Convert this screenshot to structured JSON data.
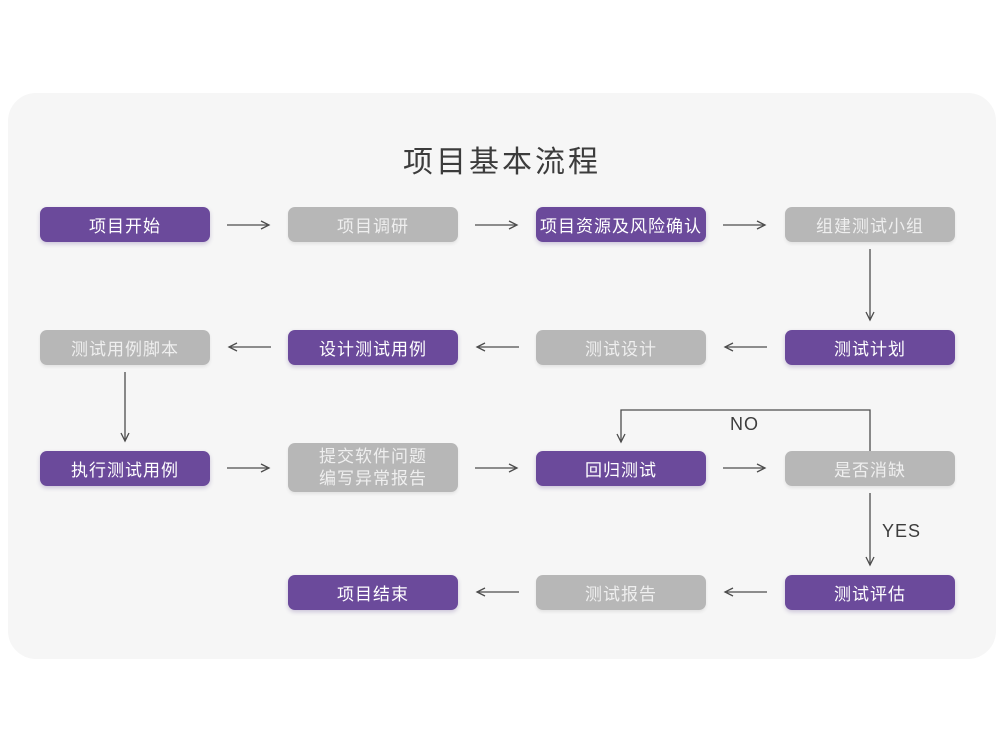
{
  "title": "项目基本流程",
  "colors": {
    "purple": "#6b4a9b",
    "gray": "#b7b7b7",
    "panel_background": "#f6f6f6",
    "page_background": "#ffffff",
    "arrow": "#4d4d4d",
    "purple_box_text": "#ffffff",
    "gray_box_text": "#efefef",
    "title_text": "#3c3c3c"
  },
  "nodes": [
    {
      "id": "project-start",
      "label": "项目开始",
      "variant": "purple"
    },
    {
      "id": "project-research",
      "label": "项目调研",
      "variant": "gray"
    },
    {
      "id": "resource-risk-confirm",
      "label": "项目资源及风险确认",
      "variant": "purple"
    },
    {
      "id": "build-test-team",
      "label": "组建测试小组",
      "variant": "gray"
    },
    {
      "id": "test-plan",
      "label": "测试计划",
      "variant": "purple"
    },
    {
      "id": "test-design",
      "label": "测试设计",
      "variant": "gray"
    },
    {
      "id": "design-test-cases",
      "label": "设计测试用例",
      "variant": "purple"
    },
    {
      "id": "test-case-script",
      "label": "测试用例脚本",
      "variant": "gray"
    },
    {
      "id": "execute-test-cases",
      "label": "执行测试用例",
      "variant": "purple"
    },
    {
      "id": "submit-issues",
      "line1": "提交软件问题",
      "line2": "编写异常报告",
      "variant": "gray"
    },
    {
      "id": "regression-test",
      "label": "回归测试",
      "variant": "purple"
    },
    {
      "id": "defect-cleared",
      "label": "是否消缺",
      "variant": "gray"
    },
    {
      "id": "test-evaluation",
      "label": "测试评估",
      "variant": "purple"
    },
    {
      "id": "test-report",
      "label": "测试报告",
      "variant": "gray"
    },
    {
      "id": "project-end",
      "label": "项目结束",
      "variant": "purple"
    }
  ],
  "edge_labels": {
    "no": "NO",
    "yes": "YES"
  },
  "edges": [
    {
      "from": "project-start",
      "to": "project-research"
    },
    {
      "from": "project-research",
      "to": "resource-risk-confirm"
    },
    {
      "from": "resource-risk-confirm",
      "to": "build-test-team"
    },
    {
      "from": "build-test-team",
      "to": "test-plan"
    },
    {
      "from": "test-plan",
      "to": "test-design"
    },
    {
      "from": "test-design",
      "to": "design-test-cases"
    },
    {
      "from": "design-test-cases",
      "to": "test-case-script"
    },
    {
      "from": "test-case-script",
      "to": "execute-test-cases"
    },
    {
      "from": "execute-test-cases",
      "to": "submit-issues"
    },
    {
      "from": "submit-issues",
      "to": "regression-test"
    },
    {
      "from": "regression-test",
      "to": "defect-cleared"
    },
    {
      "from": "defect-cleared",
      "to": "regression-test",
      "label": "NO"
    },
    {
      "from": "defect-cleared",
      "to": "test-evaluation",
      "label": "YES"
    },
    {
      "from": "test-evaluation",
      "to": "test-report"
    },
    {
      "from": "test-report",
      "to": "project-end"
    }
  ]
}
